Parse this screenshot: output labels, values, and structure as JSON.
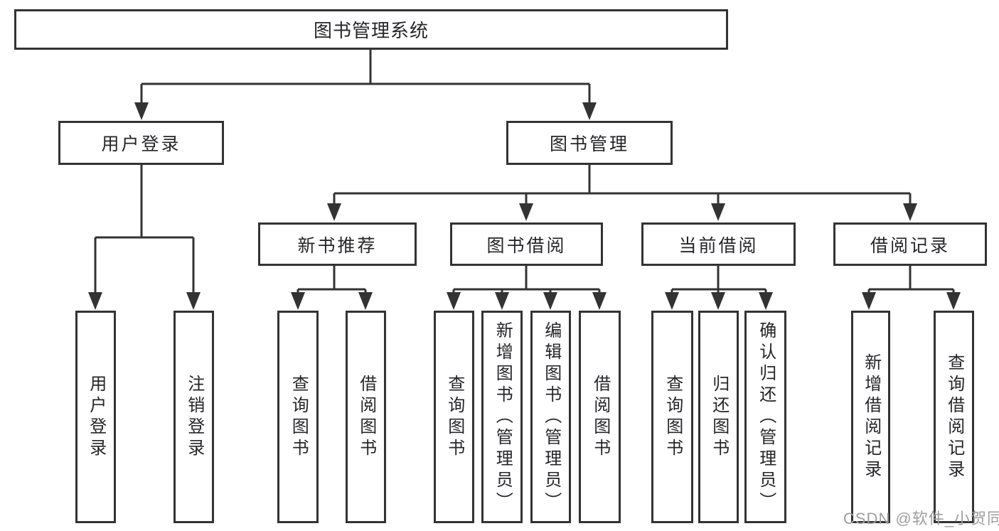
{
  "diagram": {
    "root": {
      "label": "图书管理系统"
    },
    "level2": [
      {
        "label": "用户登录"
      },
      {
        "label": "图书管理"
      }
    ],
    "level3": [
      {
        "label": "新书推荐"
      },
      {
        "label": "图书借阅"
      },
      {
        "label": "当前借阅"
      },
      {
        "label": "借阅记录"
      }
    ],
    "leaves": {
      "user_login": [
        {
          "label": "用户登录"
        },
        {
          "label": "注销登录"
        }
      ],
      "new_book": [
        {
          "label": "查询图书"
        },
        {
          "label": "借阅图书"
        }
      ],
      "book_borrow": [
        {
          "label": "查询图书"
        },
        {
          "label": "新增图书（管理员）"
        },
        {
          "label": "编辑图书（管理员）"
        },
        {
          "label": "借阅图书"
        }
      ],
      "current_borrow": [
        {
          "label": "查询图书"
        },
        {
          "label": "归还图书"
        },
        {
          "label": "确认归还（管理员）"
        }
      ],
      "borrow_record": [
        {
          "label": "新增借阅记录"
        },
        {
          "label": "查询借阅记录"
        }
      ]
    }
  },
  "watermark": {
    "text": "CSDN @软件_小贺同学"
  },
  "colors": {
    "line": "#333333",
    "box_border": "#333333",
    "text": "#26262a",
    "background": "#ffffff",
    "watermark": "#9e9e9e"
  }
}
